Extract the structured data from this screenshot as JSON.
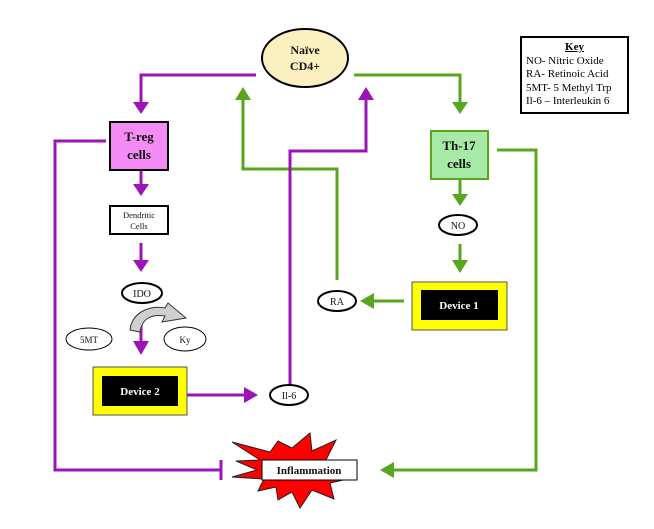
{
  "colors": {
    "purple": "#9c14b8",
    "green": "#5aa51e",
    "naive_fill": "#fcefc0",
    "treg_fill": "#f58cf5",
    "th17_fill": "#a6eaa6",
    "device_outer": "#ffff00",
    "device_inner": "#000000",
    "burst": "#ff0000"
  },
  "nodes": {
    "naive": {
      "line1": "Naïve",
      "line2": "CD4+"
    },
    "treg": {
      "line1": "T-reg",
      "line2": "cells"
    },
    "th17": {
      "line1": "Th-17",
      "line2": "cells"
    },
    "dendritic": {
      "line1": "Dendritic",
      "line2": "Cells"
    },
    "ido": "IDO",
    "fivemt": "5MT",
    "ky": "Ky",
    "device1": "Device 1",
    "device2": "Device 2",
    "no": "NO",
    "ra": "RA",
    "il6": "Il-6",
    "inflammation": "Inflammation"
  },
  "key": {
    "title": "Key",
    "entries": [
      "NO- Nitric Oxide",
      "RA- Retinoic Acid",
      "5MT- 5 Methyl Trp",
      "Il-6 – Interleukin 6"
    ]
  }
}
